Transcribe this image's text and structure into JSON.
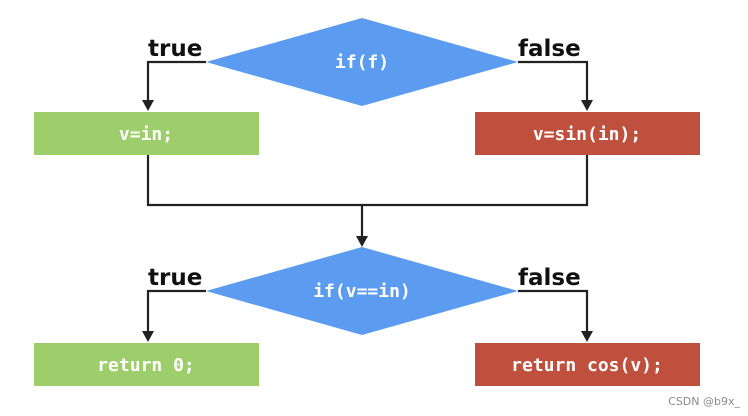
{
  "colors": {
    "decision": "#5b9cf0",
    "true_box": "#9ecd6b",
    "false_box": "#c0503e",
    "line": "#222222"
  },
  "top": {
    "condition": "if(f)",
    "true_label": "true",
    "false_label": "false",
    "true_action": "v=in;",
    "false_action": "v=sin(in);"
  },
  "bottom": {
    "condition": "if(v==in)",
    "true_label": "true",
    "false_label": "false",
    "true_action": "return 0;",
    "false_action": "return cos(v);"
  },
  "watermark": "CSDN @b9x_"
}
